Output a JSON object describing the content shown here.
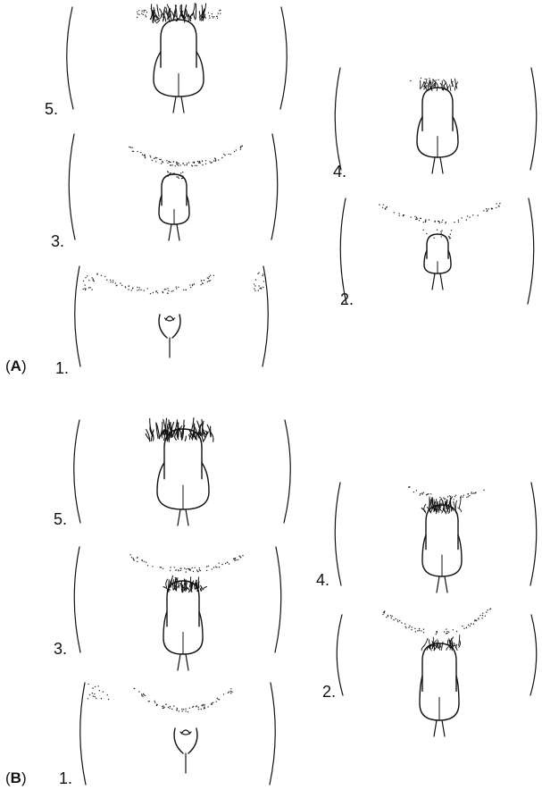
{
  "figure": {
    "panels": [
      {
        "label_open": "(",
        "label_letter": "A",
        "label_close": ")",
        "stages": [
          "1.",
          "2.",
          "3.",
          "4.",
          "5."
        ]
      },
      {
        "label_open": "(",
        "label_letter": "B",
        "label_close": ")",
        "stages": [
          "1.",
          "2.",
          "3.",
          "4.",
          "5."
        ]
      }
    ]
  }
}
